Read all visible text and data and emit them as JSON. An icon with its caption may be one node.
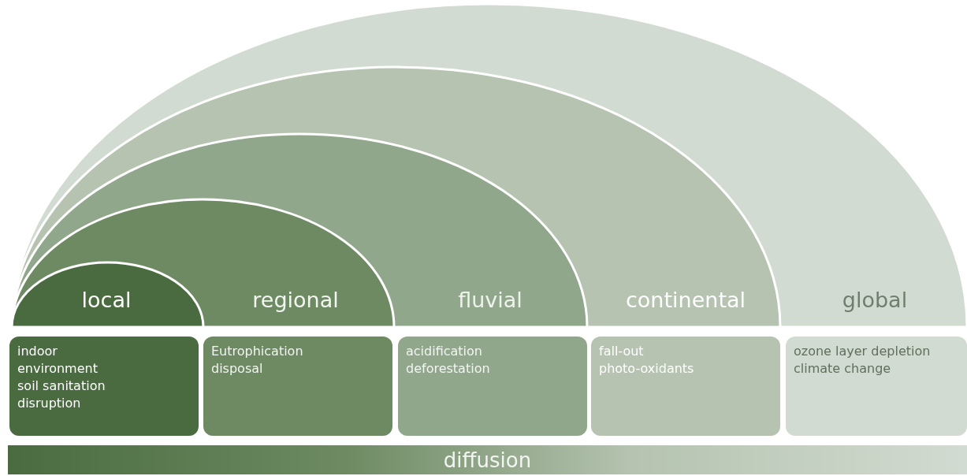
{
  "diagram": {
    "nodes": [
      {
        "text": [
          "global"
        ]
      },
      {
        "text": [
          "continental"
        ],
        "in": 0
      },
      {
        "text": [
          "fluvial"
        ],
        "in": 1
      },
      {
        "text": [
          "regional"
        ],
        "in": 2
      },
      {
        "text": [
          "local"
        ],
        "in": 3
      },
      {
        "text": [
          "indoor",
          "environment",
          "soil sanitation",
          "disruption"
        ]
      },
      {
        "text": [
          "Eutrophication",
          "disposal"
        ]
      },
      {
        "text": [
          "acidification",
          "deforestation"
        ]
      },
      {
        "text": [
          "fall-out",
          "photo-oxidants"
        ]
      },
      {
        "text": [
          "ozone layer depletion",
          "climate change"
        ]
      },
      {
        "text": [
          "diffusion"
        ]
      }
    ],
    "edges": []
  }
}
